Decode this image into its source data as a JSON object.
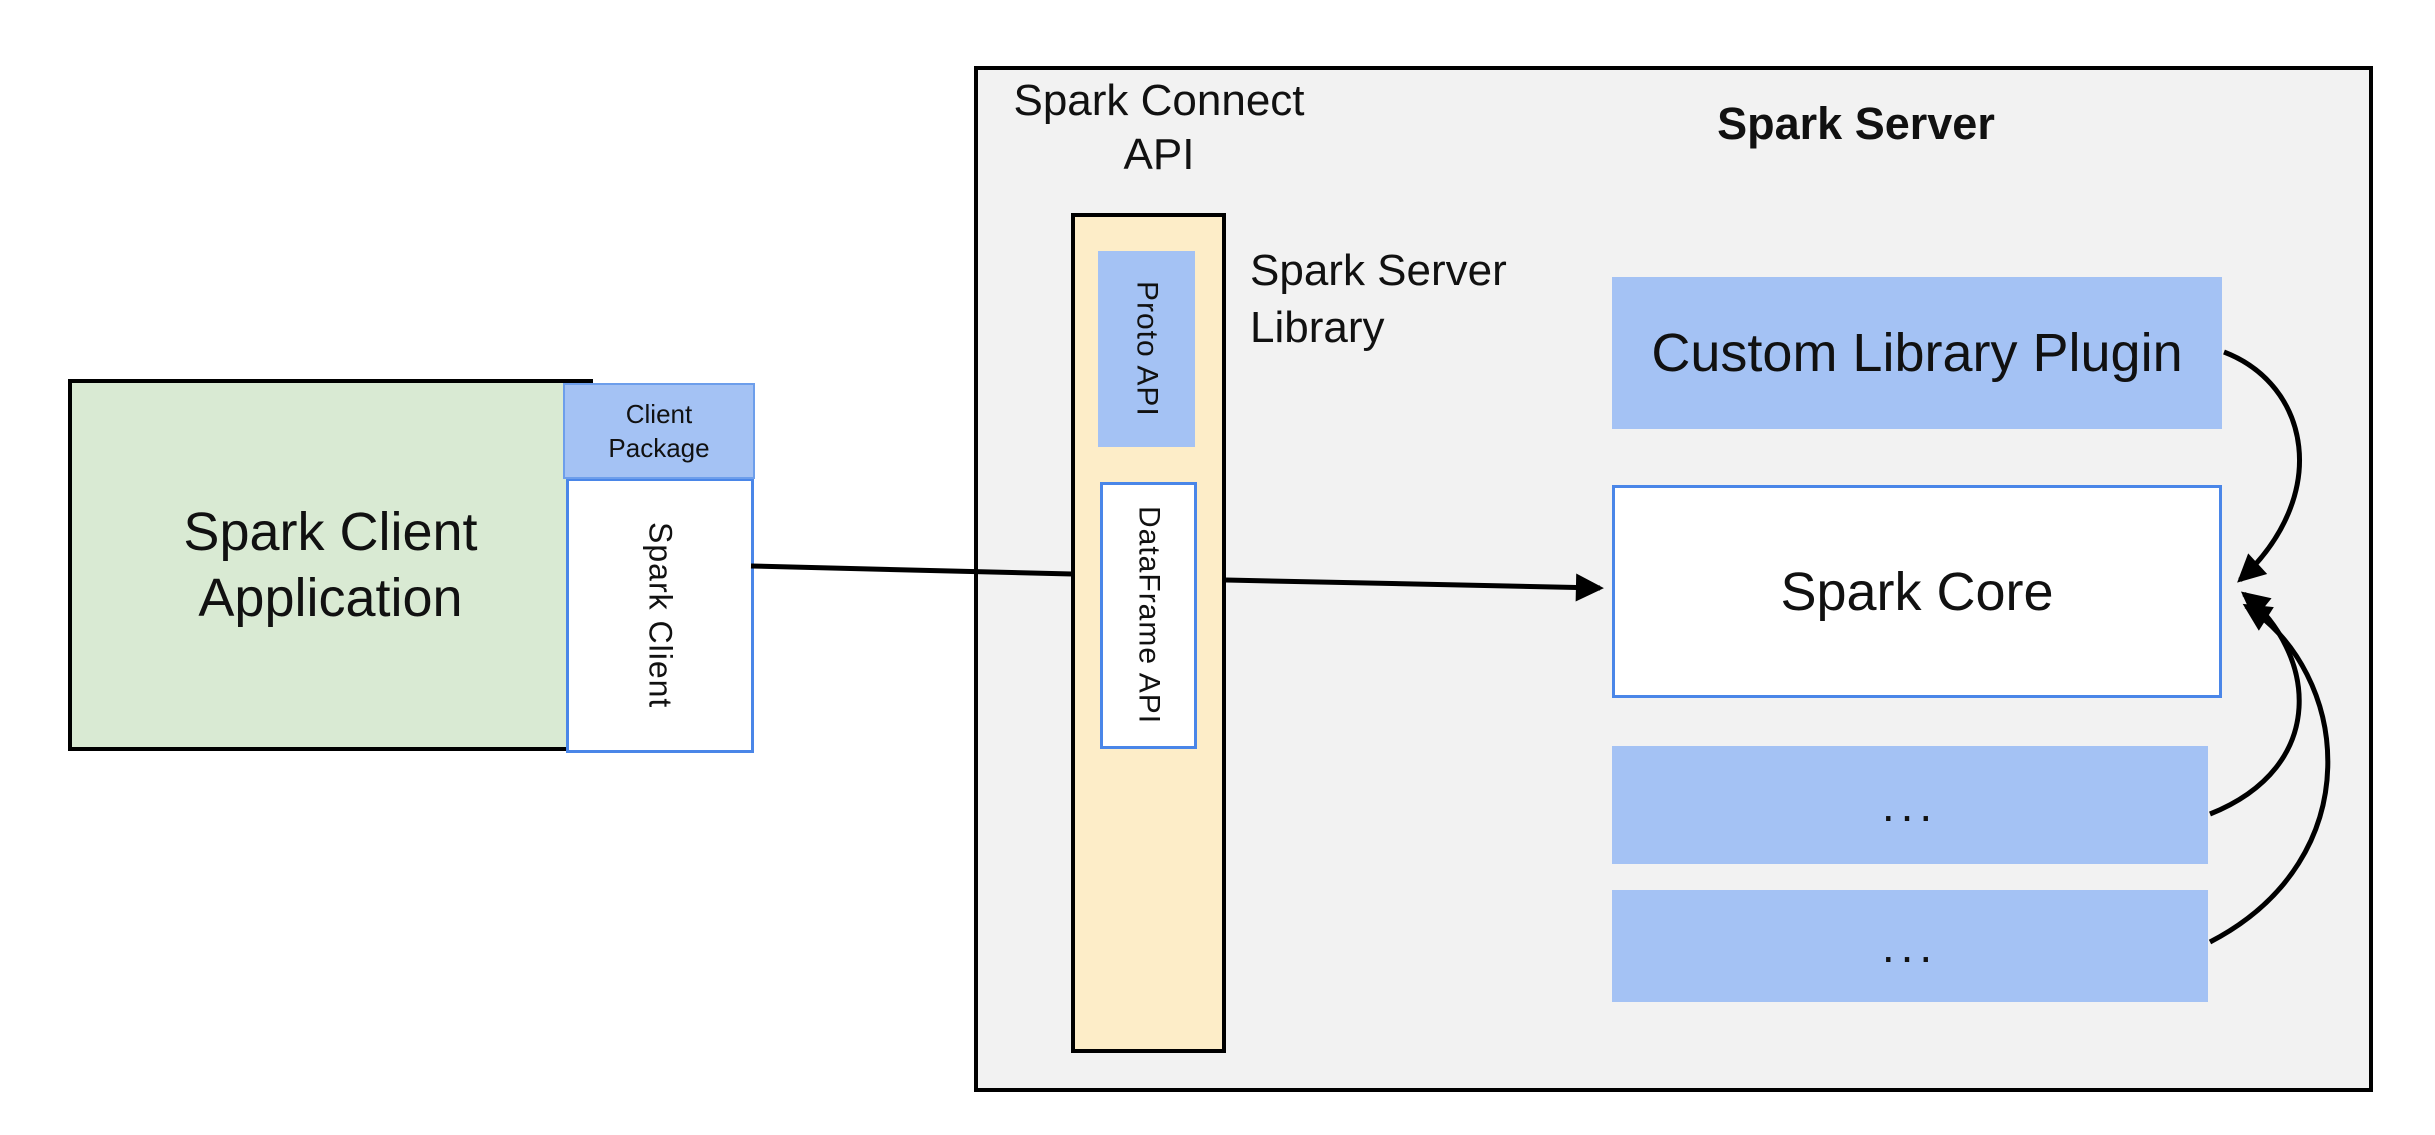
{
  "colors": {
    "blue_fill": "#a4c2f4",
    "green_fill": "#d9ead3",
    "cream_fill": "#fdedc8",
    "gray_fill": "#f2f2f2",
    "blue_border": "#4a86e8",
    "blue_border_light": "#6d9eeb",
    "line_color": "#000000"
  },
  "client_app": {
    "label_line1": "Spark Client",
    "label_line2": "Application"
  },
  "client_package": {
    "label_line1": "Client",
    "label_line2": "Package"
  },
  "spark_client_box": {
    "label": "Spark Client"
  },
  "spark_connect": {
    "title_line1": "Spark Connect",
    "title_line2": "API",
    "proto_api_label": "Proto API",
    "dataframe_api_label": "DataFrame API"
  },
  "spark_server_library": {
    "label_line1": "Spark Server",
    "label_line2": "Library"
  },
  "spark_server": {
    "title": "Spark Server",
    "custom_plugin_label": "Custom Library Plugin",
    "spark_core_label": "Spark Core",
    "plugin_slot1_label": "...",
    "plugin_slot2_label": "..."
  }
}
